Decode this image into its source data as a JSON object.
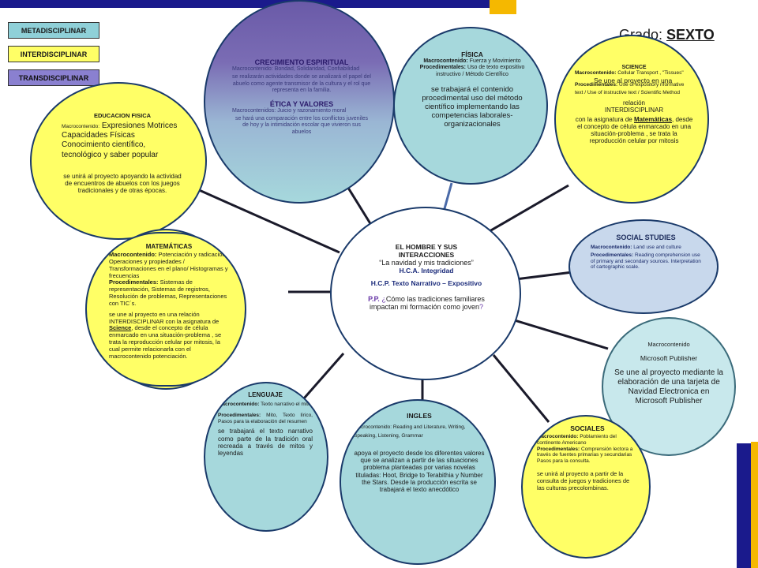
{
  "legend": [
    "METADISCIPLINAR",
    "INTERDISCIPLINAR",
    "TRANSDISCIPLINAR"
  ],
  "grado": {
    "label": "Grado:",
    "value": "SEXTO"
  },
  "center": {
    "title1": "EL HOMBRE Y SUS",
    "title2": "INTERACCIONES",
    "quote": "“La navidad y mis tradiciones”",
    "hca": "H.C.A. Integridad",
    "hcp": "H.C.P. Texto Narrativo – Expositivo",
    "pp_label": "P.P.",
    "pp_open": "¿",
    "pp_text": "Cómo las tradiciones familiares impactan mi formación como joven",
    "pp_close": "?"
  },
  "crecimiento": {
    "title": "CRECIMIENTO ESPIRITUAL",
    "macro": "Macrocontenido: Bondad, Solidaridad, Confiabilidad",
    "body": "se realizarán actividades donde se analizará el papel del abuelo como agente transmisor de la cultura y el rol que representa en la familia.",
    "title2": "ÉTICA Y VALORES",
    "macro2": "Macrocontenidos: Juicio y razonamiento moral",
    "body2": "se hará una comparación entre los conflictos juveniles de hoy y la intimidación escolar que vivieron sus abuelos"
  },
  "fisica": {
    "title": "FÍSICA",
    "macro_label": "Macrocontenido:",
    "macro": "Fuerza y Movimiento",
    "proc_label": "Procedimentales:",
    "proc": "Uso de texto expositivo instructivo / Método Científico",
    "body": "se trabajará el contenido procedimental uso del método científico implementando las competencias laborales-organizacionales"
  },
  "science": {
    "title": "SCIENCE",
    "macro_label": "Macrocontenido:",
    "macro": "Cellular Transport , \"Tissues\"",
    "overlay": "Se une al proyecto en una",
    "proc_label": "Procedimentales:",
    "proc": "Use of expository nformative text / Use of instructive text / Scientific Method",
    "rel1": "relación",
    "rel2": "INTERDISCIPLINAR",
    "body_a": "con la asignatura de",
    "body_u": "Matemáticas",
    "body_b": ", desde el concepto de célula enmarcado en una situación-problema , se trata la reproducción celular por mitosis"
  },
  "educacion": {
    "title": "EDUCACION FISICA",
    "macro_label": "Macrocontenido:",
    "macro": "Expresiones Motrices Capacidades Físicas Conocimiento científico, tecnológico y saber popular",
    "body": "se unirá al proyecto apoyando la actividad de encuentros de abuelos con los juegos tradicionales y de otras épocas."
  },
  "social_studies": {
    "title": "SOCIAL STUDIES",
    "macro_label": "Macrocontenido:",
    "macro": "Land use and culture",
    "proc_label": "Procedimentales:",
    "proc": "Reading comprehension use of primary and secondary sources. Interpretation of cartographic scale."
  },
  "matematicas": {
    "title": "MATEMÁTICAS",
    "macro_label": "Macrocontenido:",
    "macro": "Potenciación y radicación / Operaciones y propiedades / Transformaciones en el plano/ Histogramas y frecuencias",
    "proc_label": "Procedimentales:",
    "proc": "Sistemas de representación, Sistemas de registros, Resolución de problemas, Representaciones con TIC´s.",
    "body_a": "se une al proyecto en una relación INTERDISCIPLINAR con la asignatura de",
    "body_u": "Science",
    "body_b": ", desde el concepto de célula enmarcado en una situación-problema , se trata la reproducción celular por mitosis, la cual permite relacionarla con el macrocontenido potenciación."
  },
  "publisher": {
    "macro": "Macrocontenido",
    "name": "Microsoft Publisher",
    "body": "Se une al proyecto mediante la elaboración de una tarjeta de Navidad Electronica en Microsoft Publisher"
  },
  "lenguaje": {
    "title": "LENGUAJE",
    "macro_label": "Macrocontenido:",
    "macro": "Texto narrativo el mito",
    "proc_label": "Procedimentales:",
    "proc": "Mito, Texto lírico, Pasos para la elaboración del resumen",
    "body": "se trabajará el texto narrativo como parte de la tradición oral recreada a través de mitos y leyendas"
  },
  "ingles": {
    "title": "INGLES",
    "macro": "Macrocontenido: Reading and Literature, Writing, Speaking, Listening, Grammar",
    "body": "apoya el proyecto desde los diferentes valores que se analizan a partir de las situaciones problema planteadas por varias novelas tituladas: Hoot, Bridge to Terabithia y Number the Stars. Desde la producción escrita se trabajará el texto anecdótico"
  },
  "sociales": {
    "title": "SOCIALES",
    "macro_label": "Macrocontenido:",
    "macro": "Poblamiento del continente Americano",
    "proc_label": "Procedimentales:",
    "proc": "Comprensión lectora a través de fuentes primarias y secundarias Pasos para la consulta.",
    "body": "se unirá al proyecto a partir de la consulta de juegos y tradiciones de las culturas precolombinas."
  },
  "colors": {
    "navy": "#1a1a8c",
    "gold": "#f5b800",
    "yellow": "#ffff66",
    "teal": "#a6d8dc",
    "purple": "#6a5aa8",
    "bluelight": "#c8d8ec",
    "legendTeal": "#8fd0d8",
    "legendYellow": "#ffff66",
    "legendPurple": "#8a80d0"
  }
}
